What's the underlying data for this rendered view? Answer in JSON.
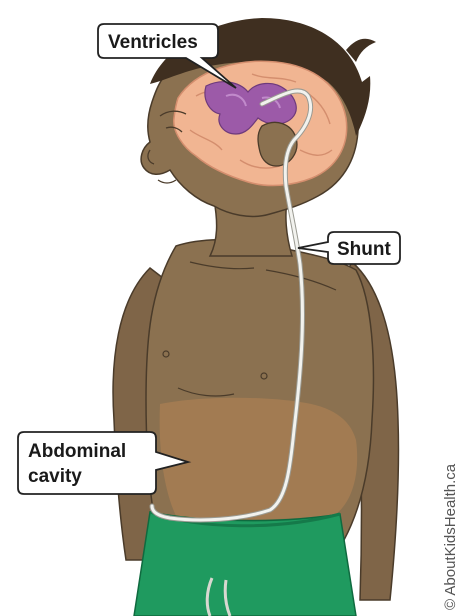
{
  "labels": {
    "ventricles": "Ventricles",
    "shunt": "Shunt",
    "abdominal_line1": "Abdominal",
    "abdominal_line2": "cavity"
  },
  "credit": "© AboutKidsHealth.ca",
  "colors": {
    "skin": "#8b7150",
    "skin_outline": "#4a3b2a",
    "hair": "#3f2f20",
    "brain": "#f1b592",
    "brain_outline": "#d48e6e",
    "ventricles": "#9c5aa8",
    "shunt_tube": "#f2f2ee",
    "abdomen": "#a47c52",
    "shorts": "#1f9a5f",
    "callout_border": "#222222",
    "callout_fill": "#ffffff"
  }
}
